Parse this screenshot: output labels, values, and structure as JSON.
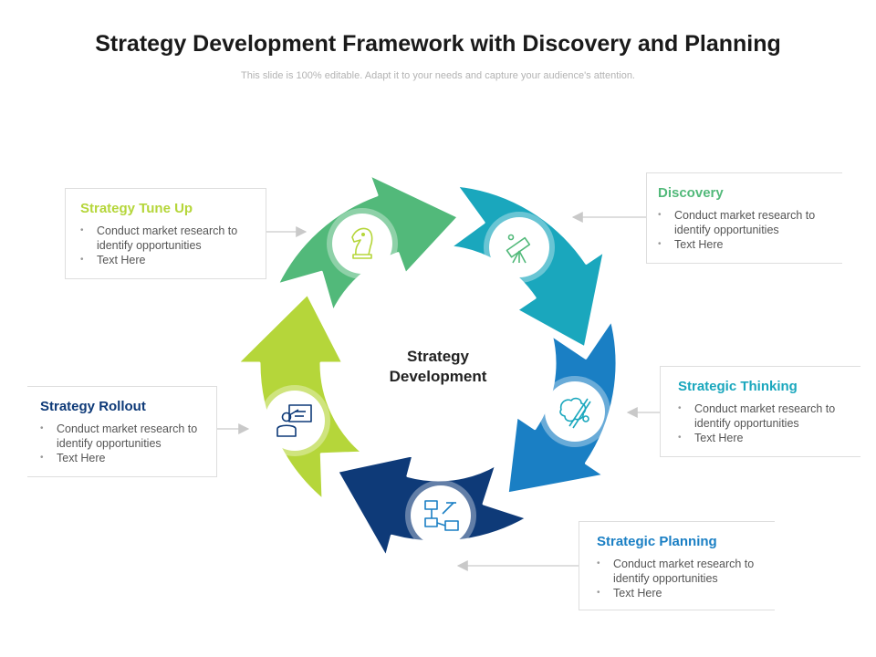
{
  "title": "Strategy Development Framework with Discovery and Planning",
  "subtitle": "This slide is 100% editable. Adapt it to your needs and capture your audience's attention.",
  "center": {
    "line1": "Strategy",
    "line2": "Development"
  },
  "colors": {
    "discovery": "#52b97a",
    "thinking": "#1aa7bd",
    "planning": "#1a7fc4",
    "rollout": "#0e3a78",
    "tuneup": "#b5d63a"
  },
  "stages": {
    "tune_up": {
      "heading": "Strategy Tune Up",
      "bullets": [
        "Conduct market research to identify opportunities",
        "Text Here"
      ],
      "icon": "chess-knight-icon"
    },
    "discovery": {
      "heading": "Discovery",
      "bullets": [
        "Conduct market research to identify opportunities",
        "Text Here"
      ],
      "icon": "telescope-icon"
    },
    "thinking": {
      "heading": "Strategic Thinking",
      "bullets": [
        "Conduct market research to identify opportunities",
        "Text Here"
      ],
      "icon": "brain-pencil-icon"
    },
    "planning": {
      "heading": "Strategic Planning",
      "bullets": [
        "Conduct market research to identify opportunities",
        "Text Here"
      ],
      "icon": "flowchart-icon"
    },
    "rollout": {
      "heading": "Strategy Rollout",
      "bullets": [
        "Conduct market research to identify opportunities",
        "Text Here"
      ],
      "icon": "presenter-icon"
    }
  }
}
